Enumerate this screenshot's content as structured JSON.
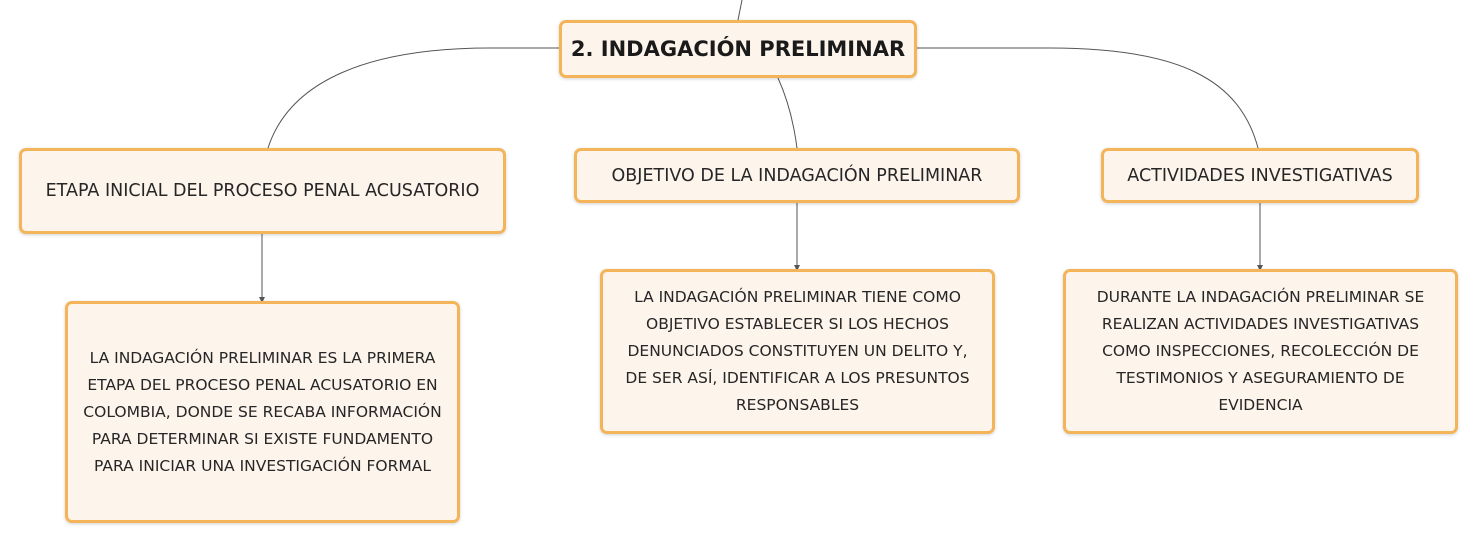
{
  "root": {
    "title": "2. INDAGACIÓN PRELIMINAR"
  },
  "branches": [
    {
      "topic": "ETAPA INICIAL DEL PROCESO PENAL ACUSATORIO",
      "detail": "LA INDAGACIÓN PRELIMINAR ES LA PRIMERA ETAPA DEL PROCESO PENAL ACUSATORIO EN COLOMBIA, DONDE SE RECABA INFORMACIÓN PARA DETERMINAR SI EXISTE FUNDAMENTO PARA INICIAR UNA INVESTIGACIÓN FORMAL"
    },
    {
      "topic": "OBJETIVO DE LA INDAGACIÓN PRELIMINAR",
      "detail": "LA INDAGACIÓN PRELIMINAR TIENE COMO OBJETIVO ESTABLECER SI LOS HECHOS DENUNCIADOS CONSTITUYEN UN DELITO Y, DE SER ASÍ, IDENTIFICAR A LOS PRESUNTOS RESPONSABLES"
    },
    {
      "topic": "ACTIVIDADES INVESTIGATIVAS",
      "detail": "DURANTE LA INDAGACIÓN PRELIMINAR SE REALIZAN ACTIVIDADES INVESTIGATIVAS COMO INSPECCIONES, RECOLECCIÓN DE TESTIMONIOS Y ASEGURAMIENTO DE EVIDENCIA"
    }
  ],
  "colors": {
    "node_fill": "#fdf4ec",
    "node_border": "#f4b45a",
    "connector": "#555555"
  }
}
